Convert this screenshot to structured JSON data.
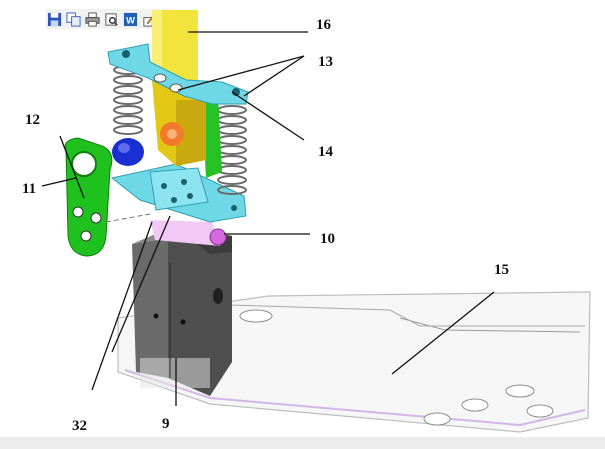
{
  "toolbar": {
    "icons": [
      "save-icon",
      "copy-icon",
      "print-icon",
      "print-preview-icon",
      "word-export-icon",
      "edit-icon",
      "close-icon"
    ],
    "close_glyph": "×"
  },
  "callouts": {
    "c16": "16",
    "c13": "13",
    "c12": "12",
    "c14": "14",
    "c11": "11",
    "c10": "10",
    "c15": "15",
    "c32": "32",
    "c9": "9"
  },
  "colors": {
    "yellow_shaft": "#f2e23a",
    "cyan_bracket": "#5fd3e3",
    "green_link": "#1fc11f",
    "blue_knob": "#1a2fd1",
    "orange_nut": "#f07a2a",
    "magenta_pin": "#d36adf",
    "gray_block": "#555555",
    "base_plate": "#f4f4f4"
  }
}
